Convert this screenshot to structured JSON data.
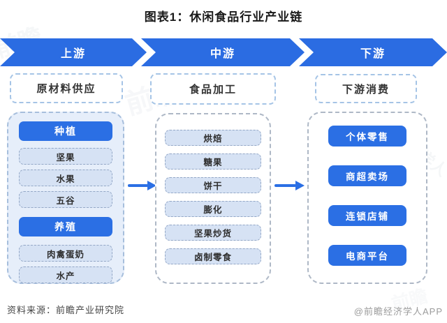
{
  "title": "图表1：休闲食品行业产业链",
  "banner": {
    "segments": [
      {
        "label": "上游"
      },
      {
        "label": "中游"
      },
      {
        "label": "下游"
      }
    ]
  },
  "columns": [
    {
      "header": "原材料供应",
      "groups": [
        {
          "label": "种植",
          "items": [
            "坚果",
            "水果",
            "五谷"
          ]
        },
        {
          "label": "养殖",
          "items": [
            "肉禽蛋奶",
            "水产"
          ]
        }
      ]
    },
    {
      "header": "食品加工",
      "items": [
        "烘焙",
        "糖果",
        "饼干",
        "膨化",
        "坚果炒货",
        "卤制零食"
      ]
    },
    {
      "header": "下游消费",
      "items": [
        "个体零售",
        "商超卖场",
        "连锁店铺",
        "电商平台"
      ]
    }
  ],
  "footer": {
    "source": "资料来源：前瞻产业研究院",
    "credit": "@前瞻经济学人APP"
  },
  "colors": {
    "primary_blue": "#2B6CE2",
    "button_blue": "#2B6FE4",
    "light_item_fill": "#D6E2F4",
    "upstream_container_fill": "#E6EEFA",
    "dashed_border_blue": "#A5C4E6",
    "dashed_border_gray": "#AEB8C6"
  },
  "watermarks": [
    {
      "text": "前瞻"
    },
    {
      "text": "前瞻"
    },
    {
      "text": "前瞻经济学人"
    },
    {
      "text": "前瞻产业研究院"
    },
    {
      "text": "前瞻"
    }
  ]
}
